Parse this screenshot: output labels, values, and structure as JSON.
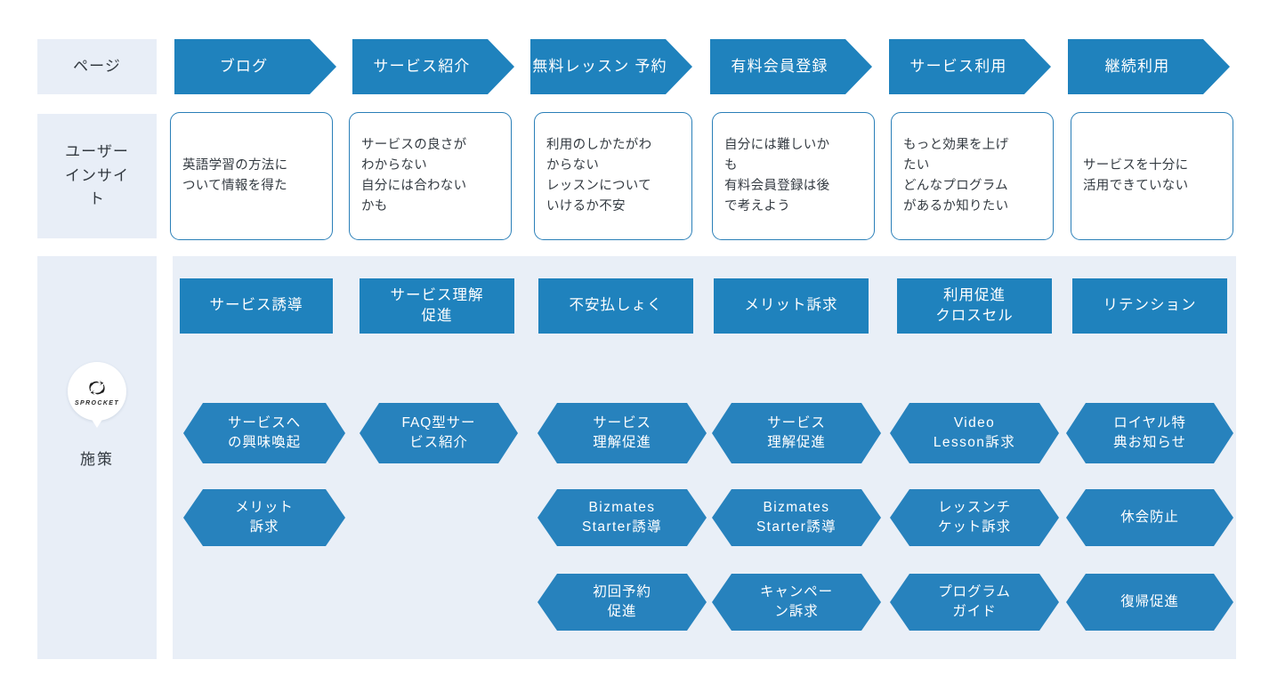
{
  "brand": {
    "logo_word": "SPROCKET",
    "logo_icon": "sprocket-logo-icon",
    "accent_blue": "#1f82bd",
    "hex_blue": "#2782bd",
    "panel_bg": "#e9eff7",
    "label_bg": "#e8eef7",
    "card_border": "#2a7fb8",
    "text_dark": "#333a41"
  },
  "rows": {
    "page_label": "ページ",
    "insight_label": "ユーザー\nインサイ\nト",
    "tactics_label": "施策"
  },
  "stages": [
    {
      "page": "ブログ",
      "insight": "英語学習の方法に\nついて情報を得た",
      "strategy": "サービス誘導",
      "tactics": [
        "サービスへ\nの興味喚起",
        "メリット\n訴求"
      ]
    },
    {
      "page": "サービス紹介",
      "insight": "サービスの良さが\nわからない\n自分には合わない\nかも",
      "strategy": "サービス理解\n促進",
      "tactics": [
        "FAQ型サー\nビス紹介"
      ]
    },
    {
      "page": "無料レッスン\n予約",
      "insight": "利用のしかたがわ\nからない\nレッスンについて\nいけるか不安",
      "strategy": "不安払しょく",
      "tactics": [
        "サービス\n理解促進",
        "Bizmates\nStarter誘導",
        "初回予約\n促進"
      ]
    },
    {
      "page": "有料会員登録",
      "insight": "自分には難しいか\nも\n有料会員登録は後\nで考えよう",
      "strategy": "メリット訴求",
      "tactics": [
        "サービス\n理解促進",
        "Bizmates\nStarter誘導",
        "キャンペー\nン訴求"
      ]
    },
    {
      "page": "サービス利用",
      "insight": "もっと効果を上げ\nたい\nどんなプログラム\nがあるか知りたい",
      "strategy": "利用促進\nクロスセル",
      "tactics": [
        "Video\nLesson訴求",
        "レッスンチ\nケット訴求",
        "プログラム\nガイド"
      ]
    },
    {
      "page": "継続利用",
      "insight": "サービスを十分に\n活用できていない",
      "strategy": "リテンション",
      "tactics": [
        "ロイヤル特\n典お知らせ",
        "休会防止",
        "復帰促進"
      ]
    }
  ]
}
